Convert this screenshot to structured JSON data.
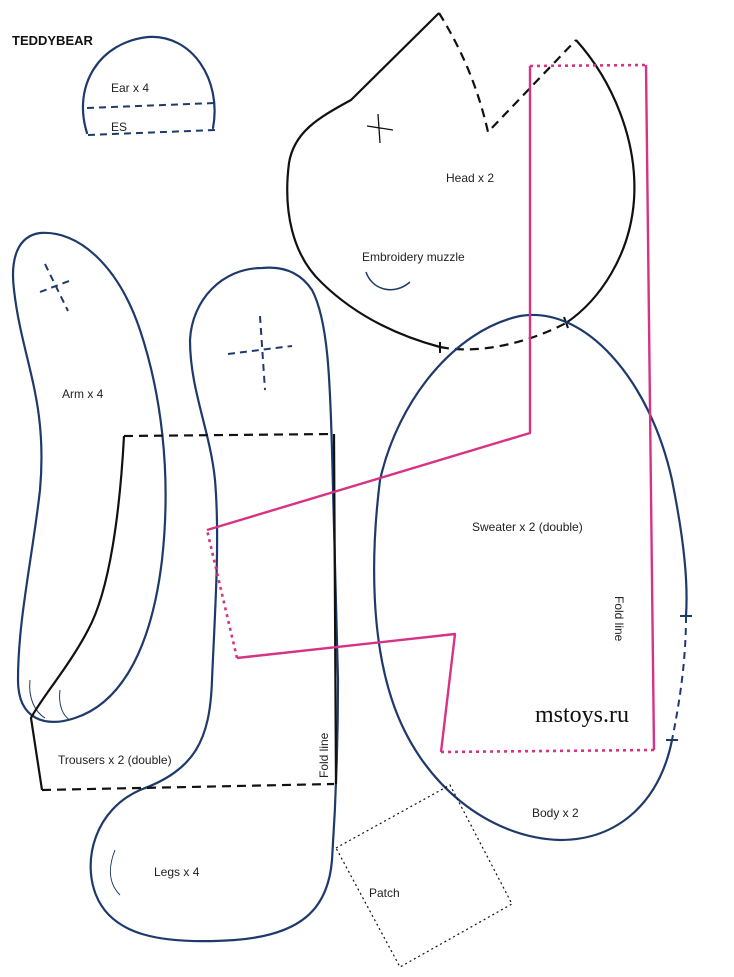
{
  "title": "TEDDYBEAR",
  "watermark": "mstoys.ru",
  "pieces": {
    "ear": "Ear x 4",
    "ear_es": "ES",
    "head": "Head x 2",
    "embroidery": "Embroidery muzzle",
    "arm": "Arm x 4",
    "sweater": "Sweater x 2 (double)",
    "sweater_fold": "Fold line",
    "trousers": "Trousers x 2 (double)",
    "trousers_fold": "Fold line",
    "legs": "Legs x 4",
    "patch": "Patch",
    "body": "Body x 2"
  },
  "colors": {
    "pattern_outline": "#1e3a6b",
    "garment_outline": "#111111",
    "sweater_outline": "#d63384"
  }
}
